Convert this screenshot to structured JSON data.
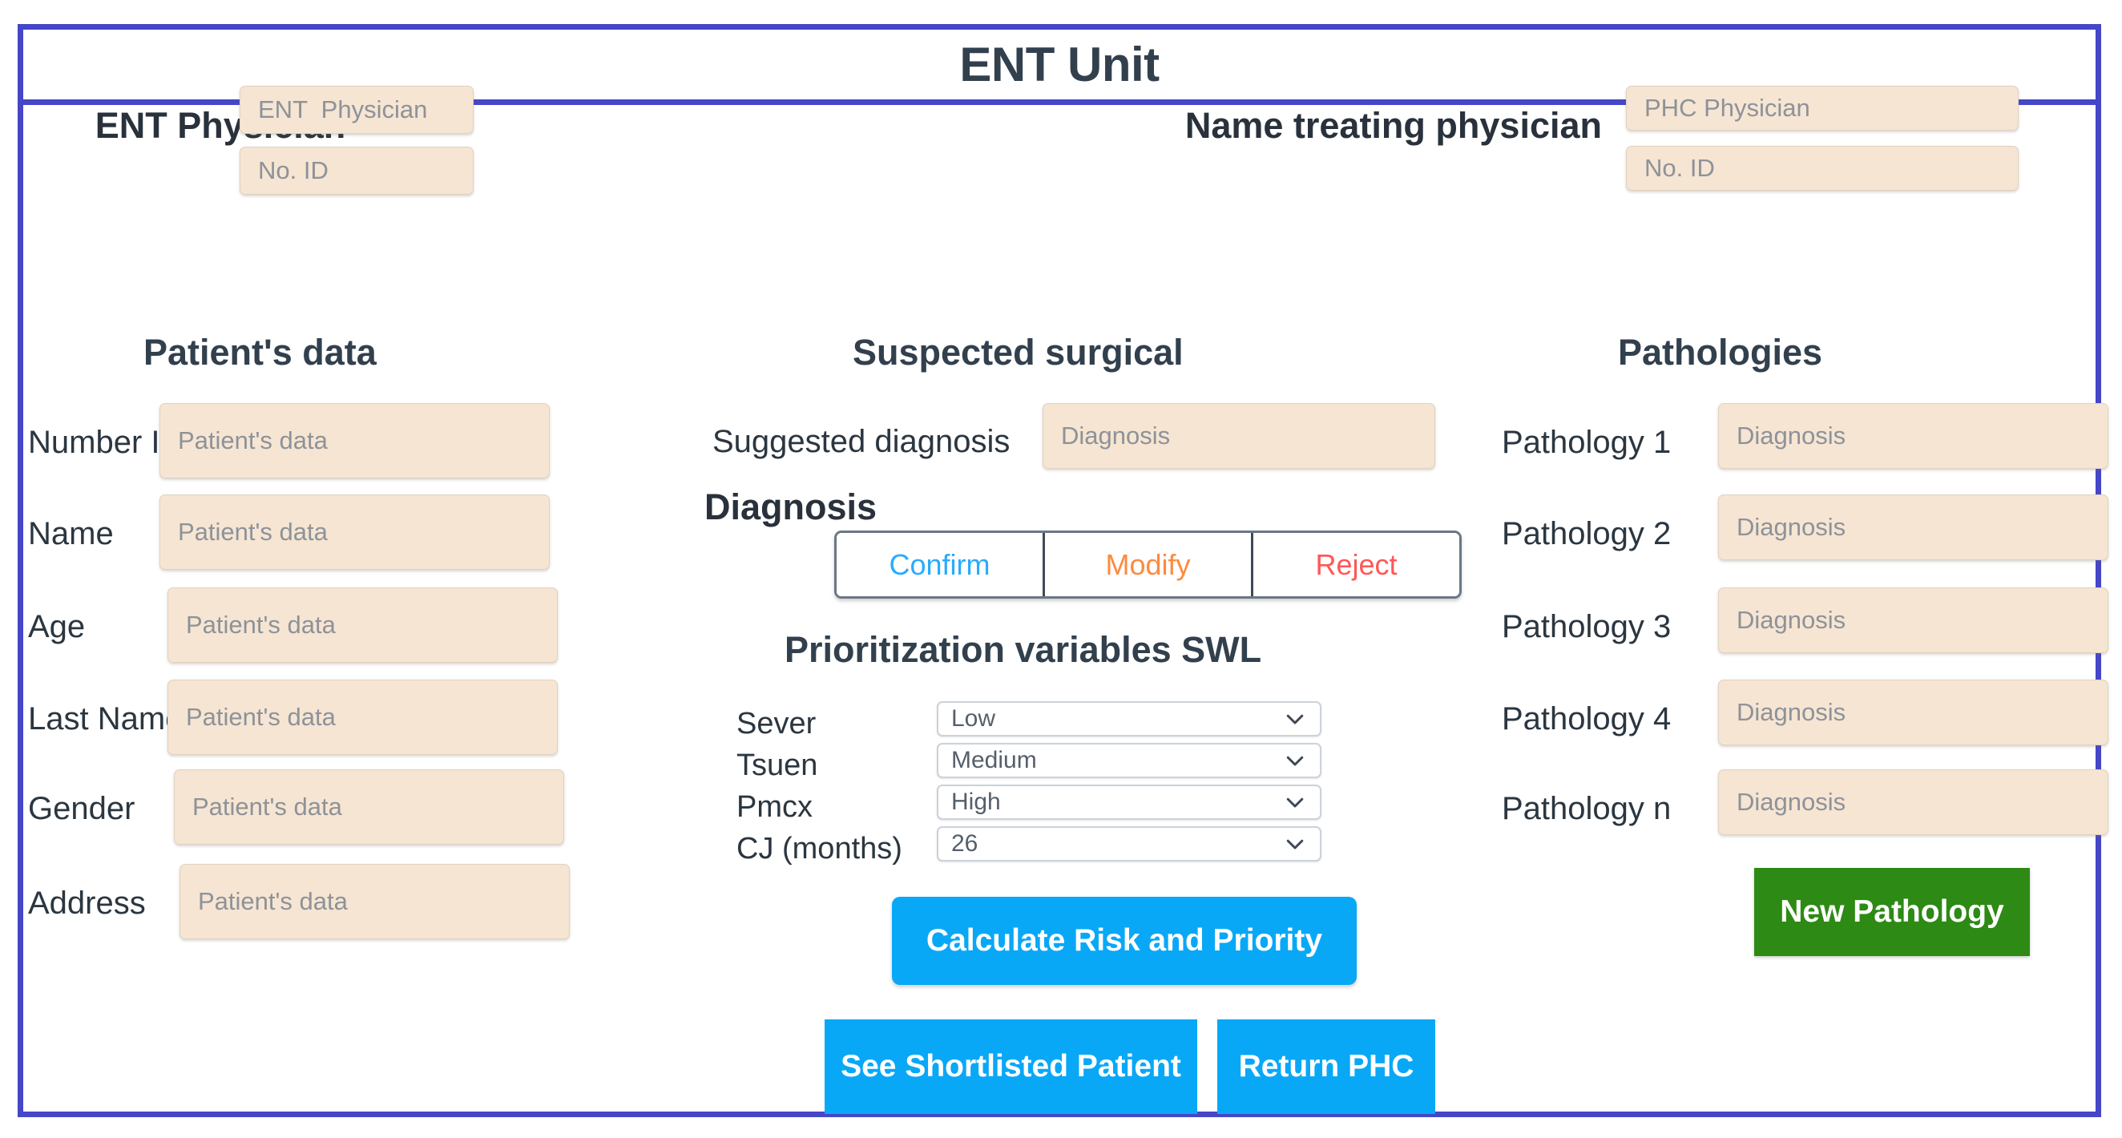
{
  "window": {
    "title": "ENT Unit",
    "border_color": "#4546c8"
  },
  "physicians": {
    "ent": {
      "label": "ENT Physician",
      "name_placeholder": "ENT  Physician",
      "id_placeholder": "No. ID"
    },
    "treating": {
      "label": "Name treating physician",
      "name_placeholder": "PHC Physician",
      "id_placeholder": "No. ID"
    }
  },
  "patient_section": {
    "heading": "Patient's data",
    "fields": [
      {
        "label": "Number ID",
        "placeholder": "Patient's data"
      },
      {
        "label": "Name",
        "placeholder": "Patient's data"
      },
      {
        "label": "Age",
        "placeholder": "Patient's data"
      },
      {
        "label": "Last Name",
        "placeholder": "Patient's data"
      },
      {
        "label": "Gender",
        "placeholder": "Patient's data"
      },
      {
        "label": "Address",
        "placeholder": "Patient's data"
      }
    ]
  },
  "surgical_section": {
    "heading": "Suspected surgical",
    "suggested_diagnosis_label": "Suggested diagnosis",
    "suggested_diagnosis_placeholder": "Diagnosis",
    "diagnosis_label": "Diagnosis",
    "diagnosis_actions": [
      {
        "label": "Confirm",
        "color": "#29ABFF"
      },
      {
        "label": "Modify",
        "color": "#FF8A3D"
      },
      {
        "label": "Reject",
        "color": "#FF5757"
      }
    ]
  },
  "prioritization": {
    "heading": "Prioritization variables SWL",
    "variables": [
      {
        "label": "Sever",
        "value": "Low"
      },
      {
        "label": "Tsuen",
        "value": "Medium"
      },
      {
        "label": "Pmcx",
        "value": "High"
      },
      {
        "label": "CJ (months)",
        "value": "26"
      }
    ]
  },
  "pathologies_section": {
    "heading": "Pathologies",
    "rows": [
      {
        "label": "Pathology 1",
        "placeholder": "Diagnosis"
      },
      {
        "label": "Pathology 2",
        "placeholder": "Diagnosis"
      },
      {
        "label": "Pathology 3",
        "placeholder": "Diagnosis"
      },
      {
        "label": "Pathology 4",
        "placeholder": "Diagnosis"
      },
      {
        "label": "Pathology n",
        "placeholder": "Diagnosis"
      }
    ],
    "new_pathology_button": "New Pathology",
    "new_pathology_color": "#2d8a14"
  },
  "actions": {
    "calculate": "Calculate Risk and Priority",
    "shortlisted": "See Shortlisted Patient",
    "return_phc": "Return PHC",
    "blue": "#09a8f7"
  }
}
